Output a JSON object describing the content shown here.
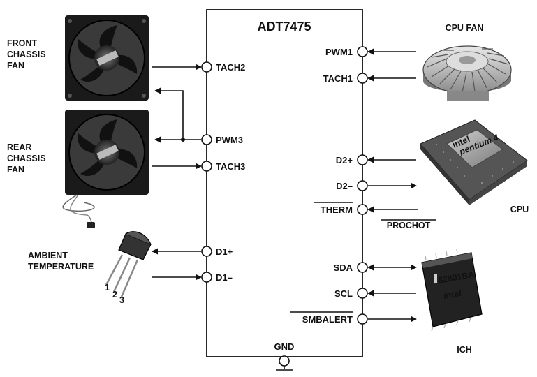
{
  "chip": {
    "name": "ADT7475",
    "gnd_label": "GND"
  },
  "left_pins": {
    "tach2": "TACH2",
    "pwm3": "PWM3",
    "tach3": "TACH3",
    "d1p": "D1+",
    "d1m": "D1–"
  },
  "right_pins": {
    "pwm1": "PWM1",
    "tach1": "TACH1",
    "d2p": "D2+",
    "d2m": "D2–",
    "therm": "THERM",
    "sda": "SDA",
    "scl": "SCL",
    "smbalert": "SMBALERT"
  },
  "components": {
    "front_fan": [
      "FRONT",
      "CHASSIS",
      "FAN"
    ],
    "rear_fan": [
      "REAR",
      "CHASSIS",
      "FAN"
    ],
    "ambient": [
      "AMBIENT",
      "TEMPERATURE"
    ],
    "cpu_fan": "CPU FAN",
    "cpu": "CPU",
    "prochot": "PROCHOT",
    "ich": "ICH"
  },
  "chip_markings": {
    "cpu_brand": "intel",
    "cpu_model": "pentium 4",
    "ich_brand": "intel",
    "ich_code": "82801BA"
  },
  "sensor_pins": [
    "1",
    "2",
    "3"
  ]
}
